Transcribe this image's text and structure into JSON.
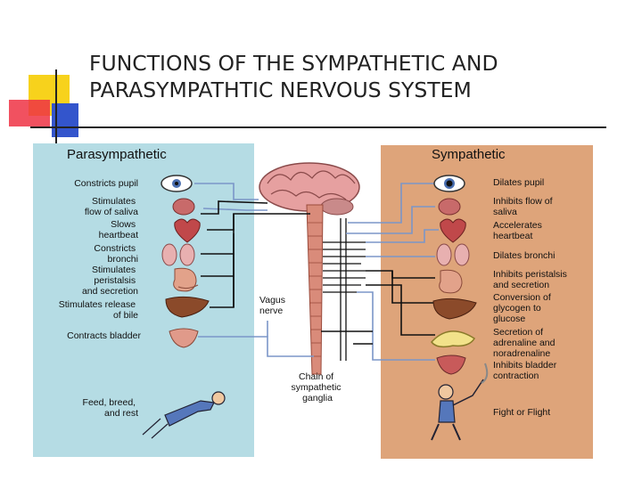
{
  "title": {
    "line1": "FUNCTIONS OF THE SYMPATHETIC AND",
    "line2": "PARASYMPATHTIC NERVOUS SYSTEM"
  },
  "parasympathetic": {
    "header": "Parasympathetic",
    "labels": [
      [
        "Constricts pupil"
      ],
      [
        "Stimulates",
        "flow of saliva"
      ],
      [
        "Slows",
        "heartbeat"
      ],
      [
        "Constricts",
        "bronchi"
      ],
      [
        "Stimulates",
        "peristalsis",
        "and secretion"
      ],
      [
        "Stimulates release",
        "of bile"
      ],
      [
        "Contracts bladder"
      ],
      [
        "Feed, breed,",
        "and rest"
      ]
    ]
  },
  "sympathetic": {
    "header": "Sympathetic",
    "labels": [
      [
        "Dilates pupil"
      ],
      [
        "Inhibits flow of",
        "saliva"
      ],
      [
        "Accelerates",
        "heartbeat"
      ],
      [
        "Dilates bronchi"
      ],
      [
        "Inhibits peristalsis",
        "and secretion"
      ],
      [
        "Conversion of",
        "glycogen to",
        "glucose"
      ],
      [
        "Secretion of",
        "adrenaline and",
        "noradrenaline"
      ],
      [
        "Inhibits bladder",
        "contraction"
      ],
      [
        "Fight or Flight"
      ]
    ]
  },
  "center": {
    "vagus": [
      "Vagus",
      "nerve"
    ],
    "chain": [
      "Chain of",
      "sympathetic",
      "ganglia"
    ]
  },
  "colors": {
    "left_panel": "#b5dce4",
    "right_panel": "#dea47a",
    "nerve_blue": "#7b96c8",
    "nerve_black": "#111111",
    "spinal_cord": "#d98b7a",
    "deco_yellow": "#f7d21c",
    "deco_blue": "#3355cc",
    "deco_red": "#ee3344"
  }
}
